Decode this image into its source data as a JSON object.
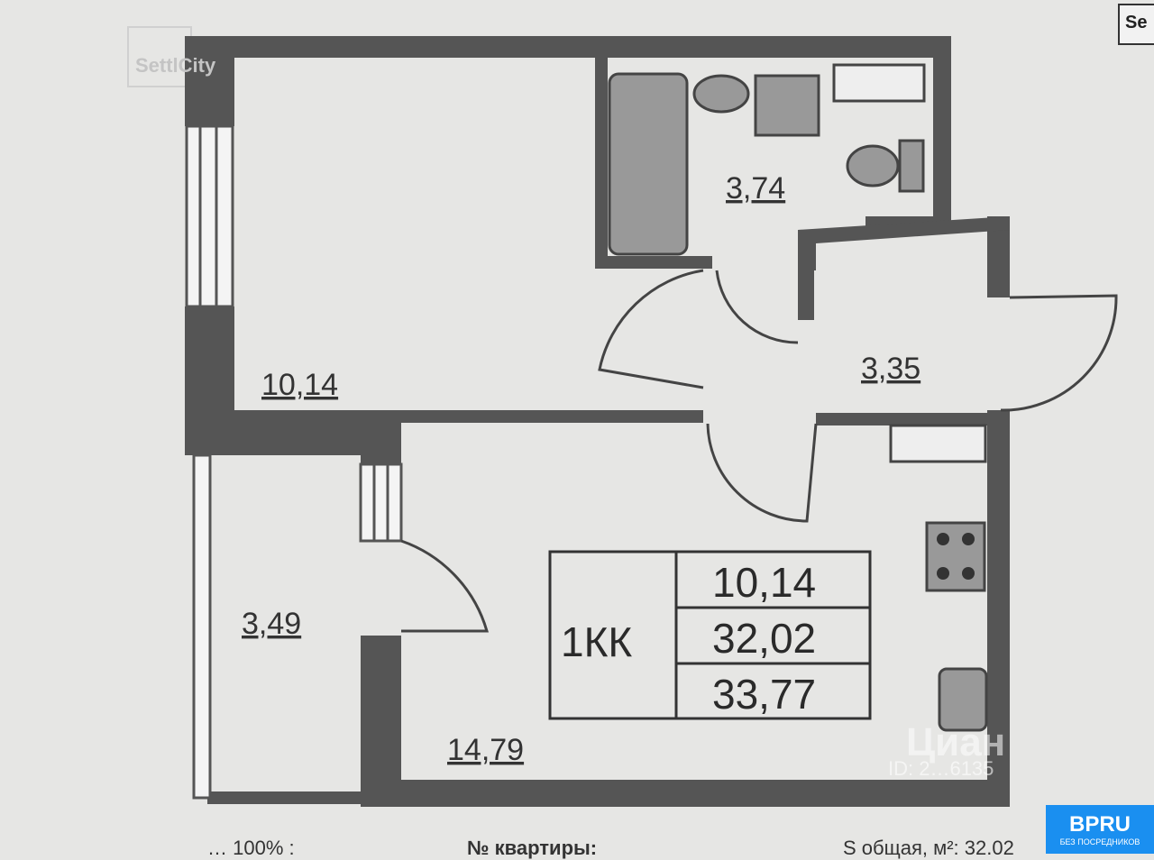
{
  "watermarks": {
    "brand": "SettlCity",
    "cian": "Циан",
    "cian_id": "ID: 2…6135",
    "corner": "Se"
  },
  "rooms": [
    {
      "name": "room",
      "area": "10,14"
    },
    {
      "name": "bathroom",
      "area": "3,74"
    },
    {
      "name": "hallway",
      "area": "3,35"
    },
    {
      "name": "balcony",
      "area": "3,49"
    },
    {
      "name": "kitchen",
      "area": "14,79"
    }
  ],
  "summary": {
    "type": "1КК",
    "living": "10,14",
    "total": "32,02",
    "total_with_balcony": "33,77"
  },
  "footer": {
    "left": "… 100% :",
    "apartment_no": "№ квартиры:",
    "area_total": "S общая, м²: 32.02"
  },
  "badge": {
    "title": "BPRU",
    "subtitle": "БЕЗ ПОСРЕДНИКОВ"
  },
  "colors": {
    "wall": "#555555",
    "paper": "#e6e6e4",
    "badge": "#1a8ff0"
  }
}
